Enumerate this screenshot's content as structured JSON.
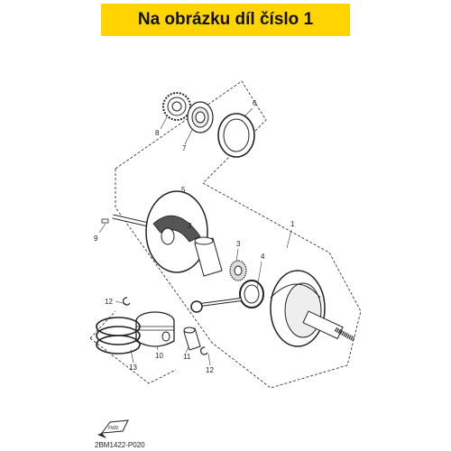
{
  "banner": {
    "text": "Na obrázku díl číslo 1",
    "color": "#ffd400"
  },
  "callouts": [
    "1",
    "2",
    "3",
    "4",
    "5",
    "6",
    "7",
    "8",
    "9",
    "10",
    "11",
    "12",
    "12",
    "13"
  ],
  "diagram_code": "2BM1422-P020",
  "fwd_label": "FWD",
  "icons": [
    "fwd-arrow-icon"
  ]
}
